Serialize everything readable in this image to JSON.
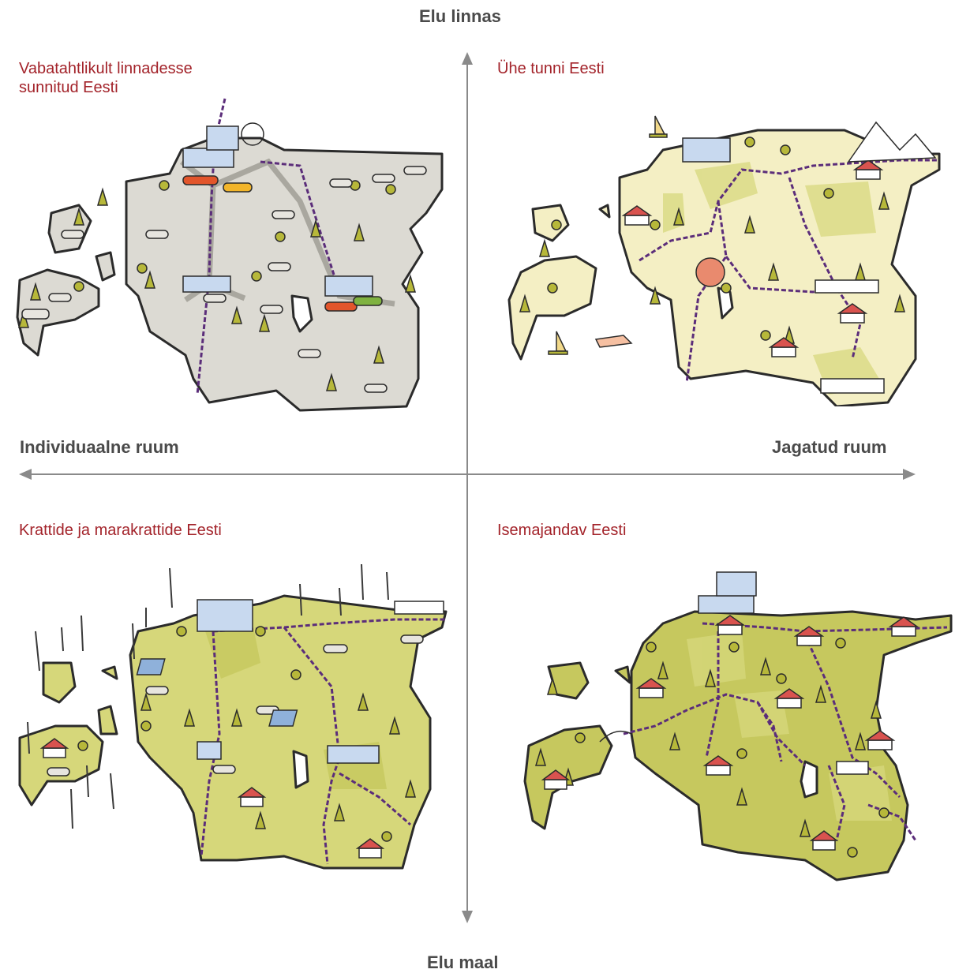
{
  "axes": {
    "top": "Elu linnas",
    "bottom": "Elu maal",
    "left": "Individuaalne ruum",
    "right": "Jagatud ruum"
  },
  "quadrants": {
    "top_left": {
      "title_line1": "Vabatahtlikult linnadesse",
      "title_line2": "sunnitud Eesti"
    },
    "top_right": {
      "title": "Ühe tunni Eesti"
    },
    "bottom_left": {
      "title": "Krattide ja marakrattide Eesti"
    },
    "bottom_right": {
      "title": "Isemajandav Eesti"
    }
  },
  "colors": {
    "axis": "#8a8a8a",
    "title_red": "#a3232a",
    "land_gray": "#dcdad3",
    "land_cream": "#f4efc4",
    "land_olive": "#d6d77a",
    "land_olive_dark": "#c6c85e",
    "outline": "#2b2b2b",
    "rail": "#5b2d7a",
    "tree": "#b7b83a",
    "house_roof": "#d9534f"
  }
}
